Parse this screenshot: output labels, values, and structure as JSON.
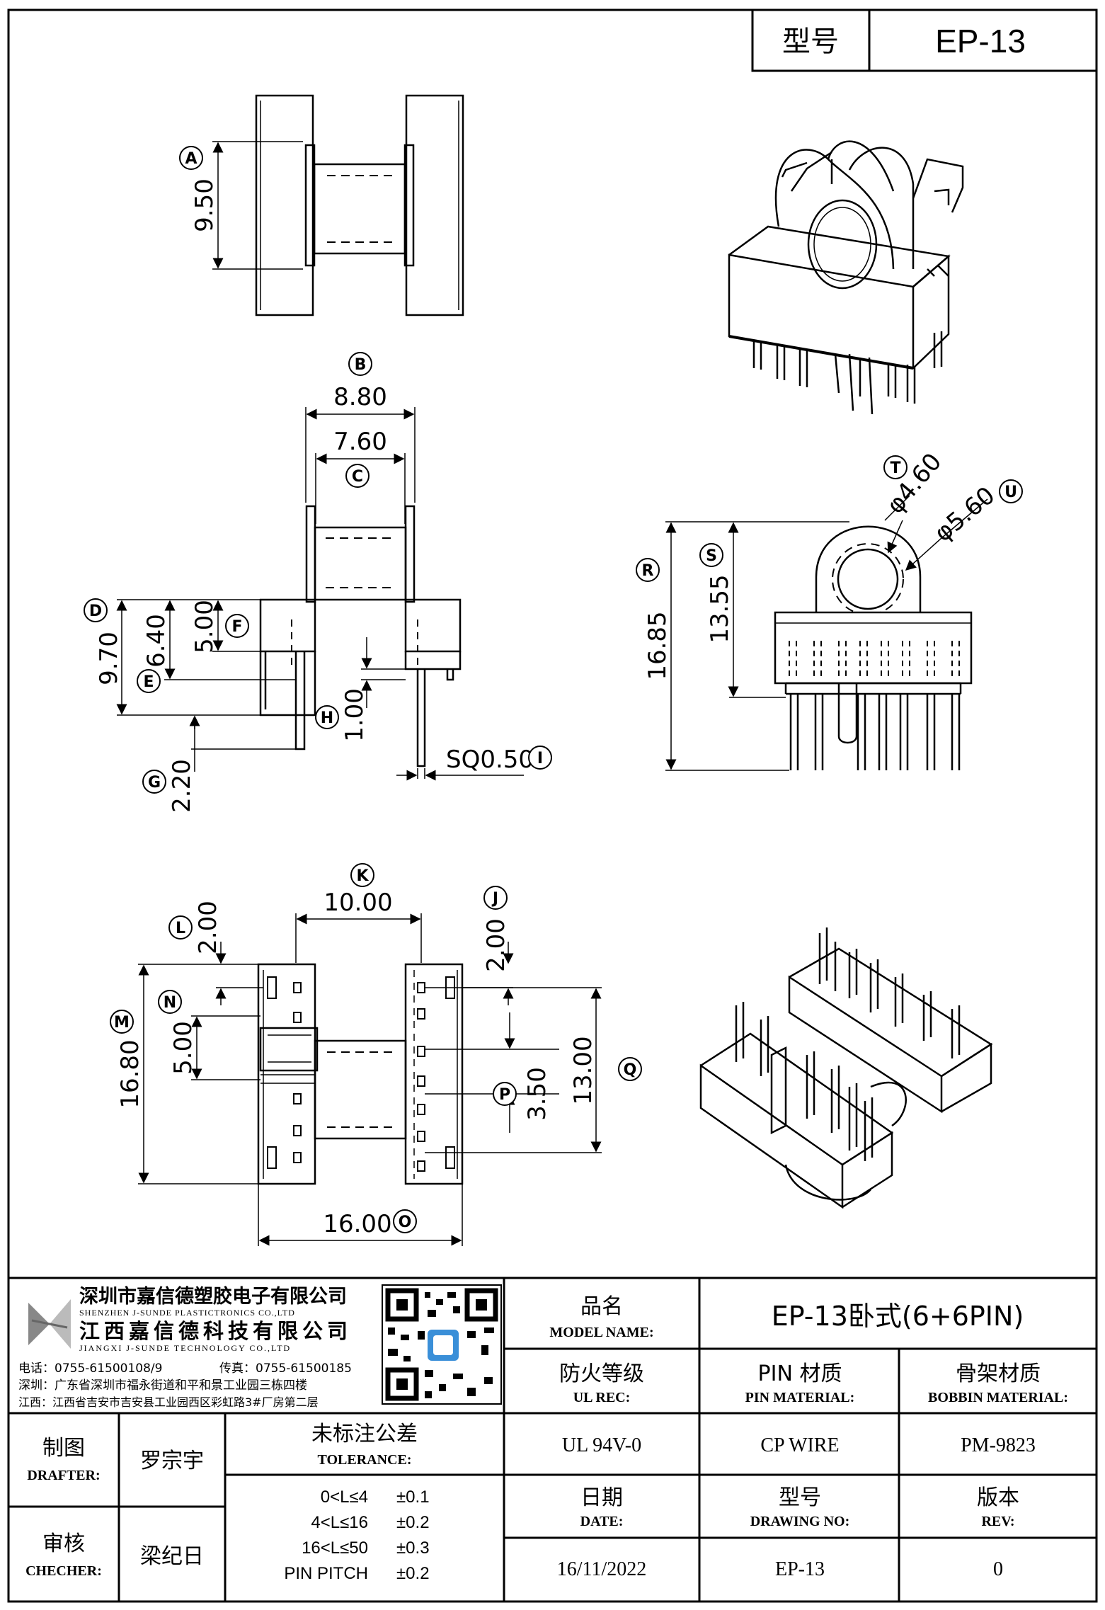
{
  "header": {
    "model_label": "型号",
    "model_value": "EP-13"
  },
  "dimensions": {
    "A": "9.50",
    "B": "8.80",
    "C": "7.60",
    "D": "9.70",
    "E": "6.40",
    "F": "5.00",
    "G": "2.20",
    "H": "1.00",
    "I": "SQ0.50",
    "J": "2.00",
    "K": "10.00",
    "L": "2.00",
    "M": "16.80",
    "N": "5.00",
    "O": "16.00",
    "P": "3.50",
    "Q": "13.00",
    "R": "16.85",
    "S": "13.55",
    "T": "φ4.60",
    "U": "φ5.60"
  },
  "callouts": [
    "A",
    "B",
    "C",
    "D",
    "E",
    "F",
    "G",
    "H",
    "I",
    "J",
    "K",
    "L",
    "M",
    "N",
    "O",
    "P",
    "Q",
    "R",
    "S",
    "T",
    "U"
  ],
  "company": {
    "name_sz": "深圳市嘉信德塑胶电子有限公司",
    "name_sz_en": "SHENZHEN J-SUNDE PLASTICTRONICS CO.,LTD",
    "name_jx": "江西嘉信德科技有限公司",
    "name_jx_en": "JIANGXI J-SUNDE TECHNOLOGY CO.,LTD",
    "phone": "电话：0755-61500108/9",
    "fax": "传真：0755-61500185",
    "addr_sz": "深圳：广东省深圳市福永街道和平和景工业园三栋四楼",
    "addr_jx": "江西：江西省吉安市吉安县工业园西区彩虹路3#厂房第二层"
  },
  "title_block": {
    "model_name_cn": "品名",
    "model_name_en": "MODEL NAME:",
    "model_name_value": "EP-13卧式(6+6PIN)",
    "ul_cn": "防火等级",
    "ul_en": "UL REC:",
    "ul_value": "UL 94V-0",
    "pin_cn": "PIN 材质",
    "pin_en": "PIN MATERIAL:",
    "pin_value": "CP WIRE",
    "bobbin_cn": "骨架材质",
    "bobbin_en": "BOBBIN MATERIAL:",
    "bobbin_value": "PM-9823",
    "drafter_cn": "制图",
    "drafter_en": "DRAFTER:",
    "drafter_value": "罗宗宇",
    "checker_cn": "审核",
    "checker_en": "CHECHER:",
    "checker_value": "梁纪日",
    "tol_cn": "未标注公差",
    "tol_en": "TOLERANCE:",
    "tolerances": [
      {
        "range": "0<L≤4",
        "value": "±0.1"
      },
      {
        "range": "4<L≤16",
        "value": "±0.2"
      },
      {
        "range": "16<L≤50",
        "value": "±0.3"
      },
      {
        "range": "PIN PITCH",
        "value": "±0.2"
      }
    ],
    "date_cn": "日期",
    "date_en": "DATE:",
    "date_value": "16/11/2022",
    "drawing_cn": "型号",
    "drawing_en": "DRAWING NO:",
    "drawing_value": "EP-13",
    "rev_cn": "版本",
    "rev_en": "REV:",
    "rev_value": "0"
  }
}
